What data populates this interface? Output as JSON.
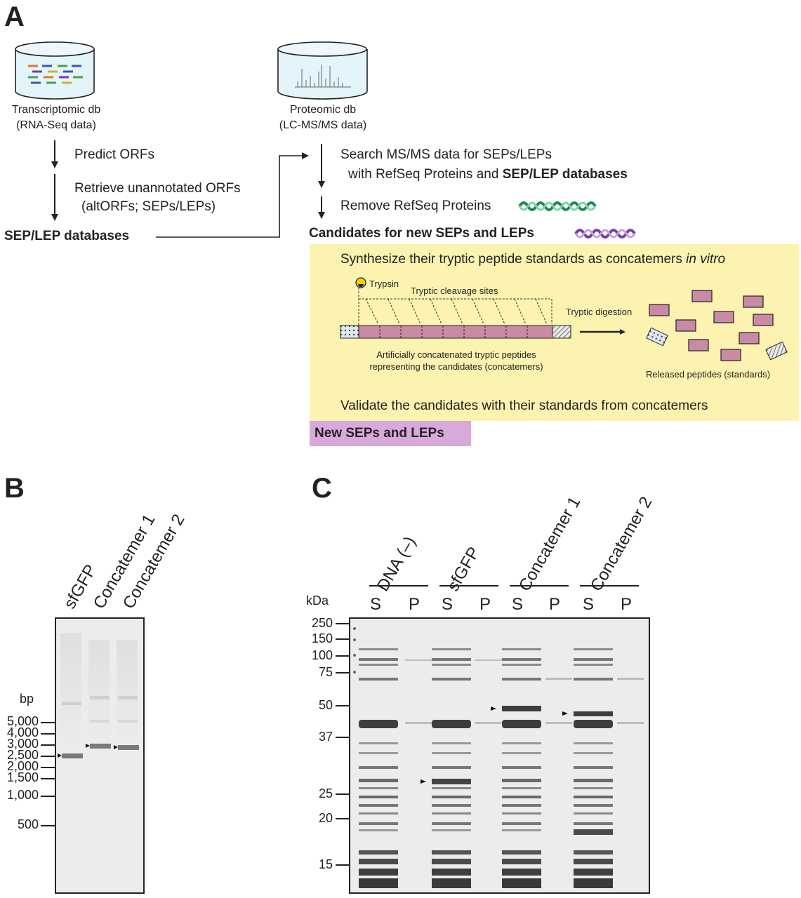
{
  "panels": {
    "a": "A",
    "b": "B",
    "c": "C"
  },
  "panel_a": {
    "transcriptomic_db": {
      "line1": "Transcriptomic db",
      "line2": "(RNA-Seq data)"
    },
    "proteomic_db": {
      "line1": "Proteomic db",
      "line2": "(LC-MS/MS data)"
    },
    "predict_orfs": "Predict ORFs",
    "retrieve_line1": "Retrieve unannotated ORFs",
    "retrieve_line2": "(altORFs; SEPs/LEPs)",
    "sep_lep_databases": "SEP/LEP databases",
    "search_line1": "Search MS/MS data for SEPs/LEPs",
    "search_line2_plain": "with RefSeq Proteins and ",
    "search_line2_bold": "SEP/LEP databases",
    "remove_refseq": "Remove RefSeq Proteins",
    "candidates": "Candidates for new SEPs and LEPs",
    "synthesize_plain": "Synthesize their tryptic peptide standards as concatemers ",
    "synthesize_italic": "in vitro",
    "trypsin": "Trypsin",
    "cleavage_sites": "Tryptic cleavage sites",
    "tryptic_digestion": "Tryptic digestion",
    "concat_line1": "Artificially concatenated tryptic peptides",
    "concat_line2": "representing the candidates (concatemers)",
    "released": "Released peptides (standards)",
    "validate": "Validate the candidates with their standards from concatemers",
    "new_seps": "New SEPs and LEPs"
  },
  "panel_b": {
    "lanes": [
      "sfGFP",
      "Concatemer 1",
      "Concatemer 2"
    ],
    "unit": "bp",
    "markers": [
      "5,000",
      "4,000",
      "3,000",
      "2,500",
      "2,000",
      "1,500",
      "1,000",
      "500"
    ]
  },
  "panel_c": {
    "groups": [
      "DNA (–)",
      "sfGFP",
      "Concatemer 1",
      "Concatemer 2"
    ],
    "sub_labels": [
      "S",
      "P",
      "S",
      "P",
      "S",
      "P",
      "S",
      "P"
    ],
    "unit": "kDa",
    "markers": [
      "250",
      "150",
      "100",
      "75",
      "50",
      "37",
      "25",
      "20",
      "15"
    ]
  },
  "colors": {
    "yellow_box": "#fcf3b0",
    "purple_box": "#d9a9dc",
    "peptide": "#c98aa6",
    "green_helix": "#1a8a55",
    "purple_helix": "#7b3aa8"
  }
}
